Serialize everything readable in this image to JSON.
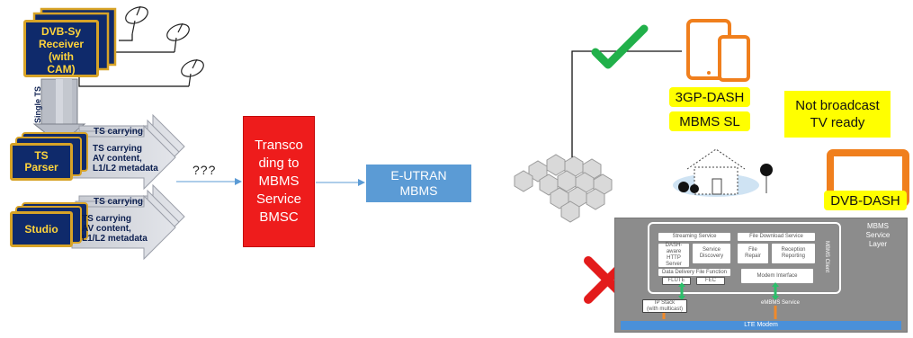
{
  "left": {
    "receiver_label": [
      "DVB-Sy",
      "Receiver",
      "(with",
      "CAM)"
    ],
    "single_ts": "Single TS",
    "ts_parser_label": [
      "TS",
      "Parser"
    ],
    "studio_label": "Studio",
    "parser_stream_text": [
      "TS carrying",
      "AV content,",
      "L1/L2 metadata"
    ],
    "parser_back_text": "TS carrying",
    "studio_stream_text": [
      "TS carrying",
      "AV content,",
      "L1/L2 metadata"
    ],
    "studio_back_text": "TS carrying"
  },
  "middle": {
    "question": "???",
    "transcoder_lines": [
      "Transco",
      "ding to",
      "MBMS",
      "Service",
      "BMSC"
    ],
    "eutran_lines": [
      "E-UTRAN",
      "MBMS"
    ]
  },
  "right": {
    "label_3gp": "3GP-DASH",
    "label_mbms_sl": "MBMS SL",
    "not_broadcast": [
      "Not broadcast",
      "TV ready"
    ],
    "dvb_dash": "DVB-DASH"
  },
  "mbms_panel": {
    "caption": [
      "MBMS",
      "Service",
      "Layer"
    ],
    "client_caption": "MBMS Client",
    "streaming_service": "Streaming Service",
    "file_download_service": "File Download Service",
    "dash_server": [
      "DASH-",
      "aware",
      "HTTP",
      "Server"
    ],
    "service_discovery": [
      "Service",
      "Discovery"
    ],
    "file_repair": [
      "File",
      "Repair"
    ],
    "reception_reporting": [
      "Reception",
      "Reporting"
    ],
    "data_delivery": "Data Delivery File Function",
    "flute": "FLUTE",
    "fec": "FEC",
    "modem_interface": "Modem Interface",
    "ip_stack": [
      "IP Stack",
      "(with multicast)"
    ],
    "embms_service": "eMBMS Service",
    "lte_modem": "LTE Modem"
  },
  "colors": {
    "navy": "#0f2a6b",
    "gold": "#d7a327",
    "transcoder_red": "#ee1c1c",
    "eutran_blue": "#5b9bd5",
    "device_orange": "#f07f1d",
    "label_yellow": "#ffff00",
    "check_green": "#21b04a",
    "cross_red": "#e31b1b"
  }
}
